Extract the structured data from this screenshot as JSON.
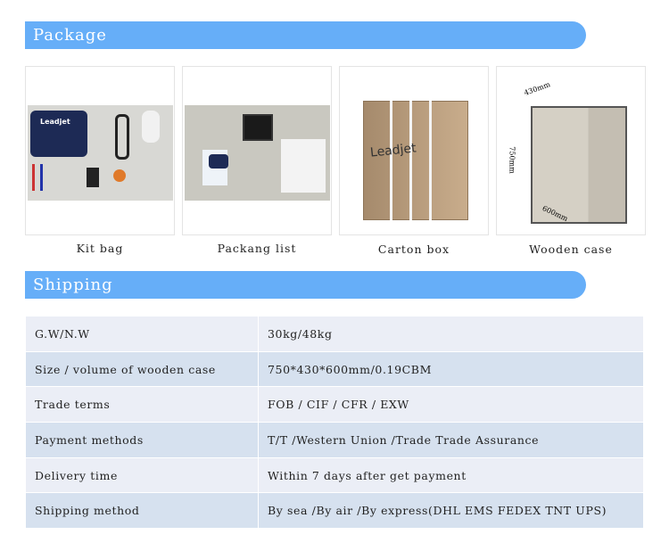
{
  "package": {
    "title": "Package",
    "items": [
      {
        "label": "Kit bag",
        "brand": "Leadjet"
      },
      {
        "label": "Packang list"
      },
      {
        "label": "Carton box",
        "brand": "Leadjet"
      },
      {
        "label": "Wooden case",
        "dims": {
          "depth": "430mm",
          "height": "750mm",
          "width": "600mm"
        }
      }
    ]
  },
  "shipping": {
    "title": "Shipping",
    "rows": [
      {
        "key": "G.W/N.W",
        "value": "30kg/48kg"
      },
      {
        "key": "Size / volume of wooden case",
        "value": "750*430*600mm/0.19CBM"
      },
      {
        "key": "Trade terms",
        "value": "FOB / CIF / CFR / EXW"
      },
      {
        "key": "Payment methods",
        "value": "T/T /Western Union /Trade Trade Assurance"
      },
      {
        "key": "Delivery time",
        "value": "Within 7 days after get payment"
      },
      {
        "key": "Shipping method",
        "value": "By sea /By air /By express(DHL EMS FEDEX TNT UPS)"
      }
    ]
  },
  "colors": {
    "banner": "#66aef8",
    "row_light": "#ebeef6",
    "row_dark": "#d6e1ef"
  }
}
